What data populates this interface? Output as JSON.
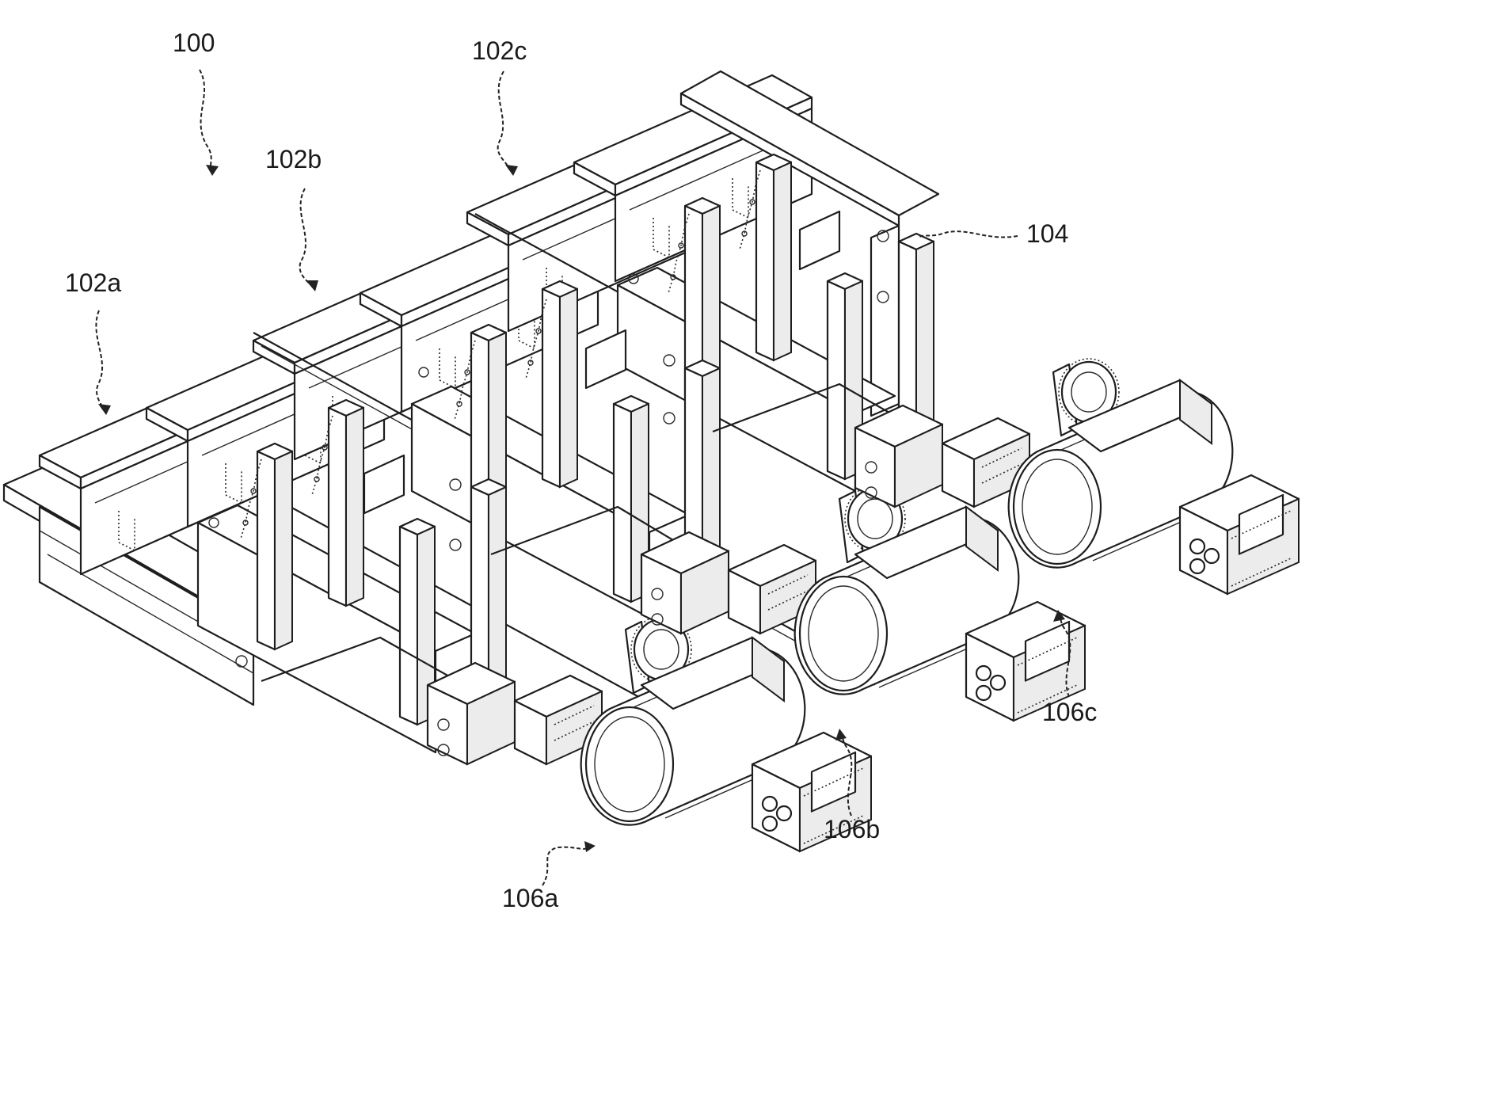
{
  "figure": {
    "labels": {
      "assembly": "100",
      "frame_a": "102a",
      "frame_b": "102b",
      "frame_c": "102c",
      "rail": "104",
      "unit_a": "106a",
      "unit_b": "106b",
      "unit_c": "106c"
    }
  }
}
